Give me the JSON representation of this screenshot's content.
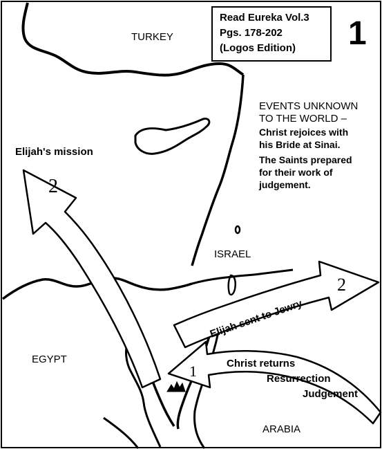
{
  "reference_box": {
    "line1": "Read Eureka Vol.3",
    "line2": "Pgs. 178-202",
    "line3": "(Logos Edition)"
  },
  "panel_number": "1",
  "regions": {
    "turkey": "TURKEY",
    "israel": "ISRAEL",
    "egypt": "EGYPT",
    "arabia": "ARABIA"
  },
  "events_note": {
    "line1": "EVENTS UNKNOWN",
    "line2": "TO THE WORLD –",
    "line3": "Christ rejoices with",
    "line4": "his Bride at Sinai.",
    "line5": "The Saints prepared",
    "line6": "for their work of",
    "line7": "judgement."
  },
  "arrows": {
    "elijah_mission": {
      "label": "Elijah's mission",
      "step": "2"
    },
    "elijah_jewry": {
      "label": "Elijah sent to Jewry",
      "step": "2"
    },
    "christ_returns": {
      "line1": "Christ returns",
      "line2": "Resurrection",
      "line3": "Judgement",
      "step": "1"
    }
  },
  "colors": {
    "ink": "#000000",
    "paper": "#ffffff"
  }
}
